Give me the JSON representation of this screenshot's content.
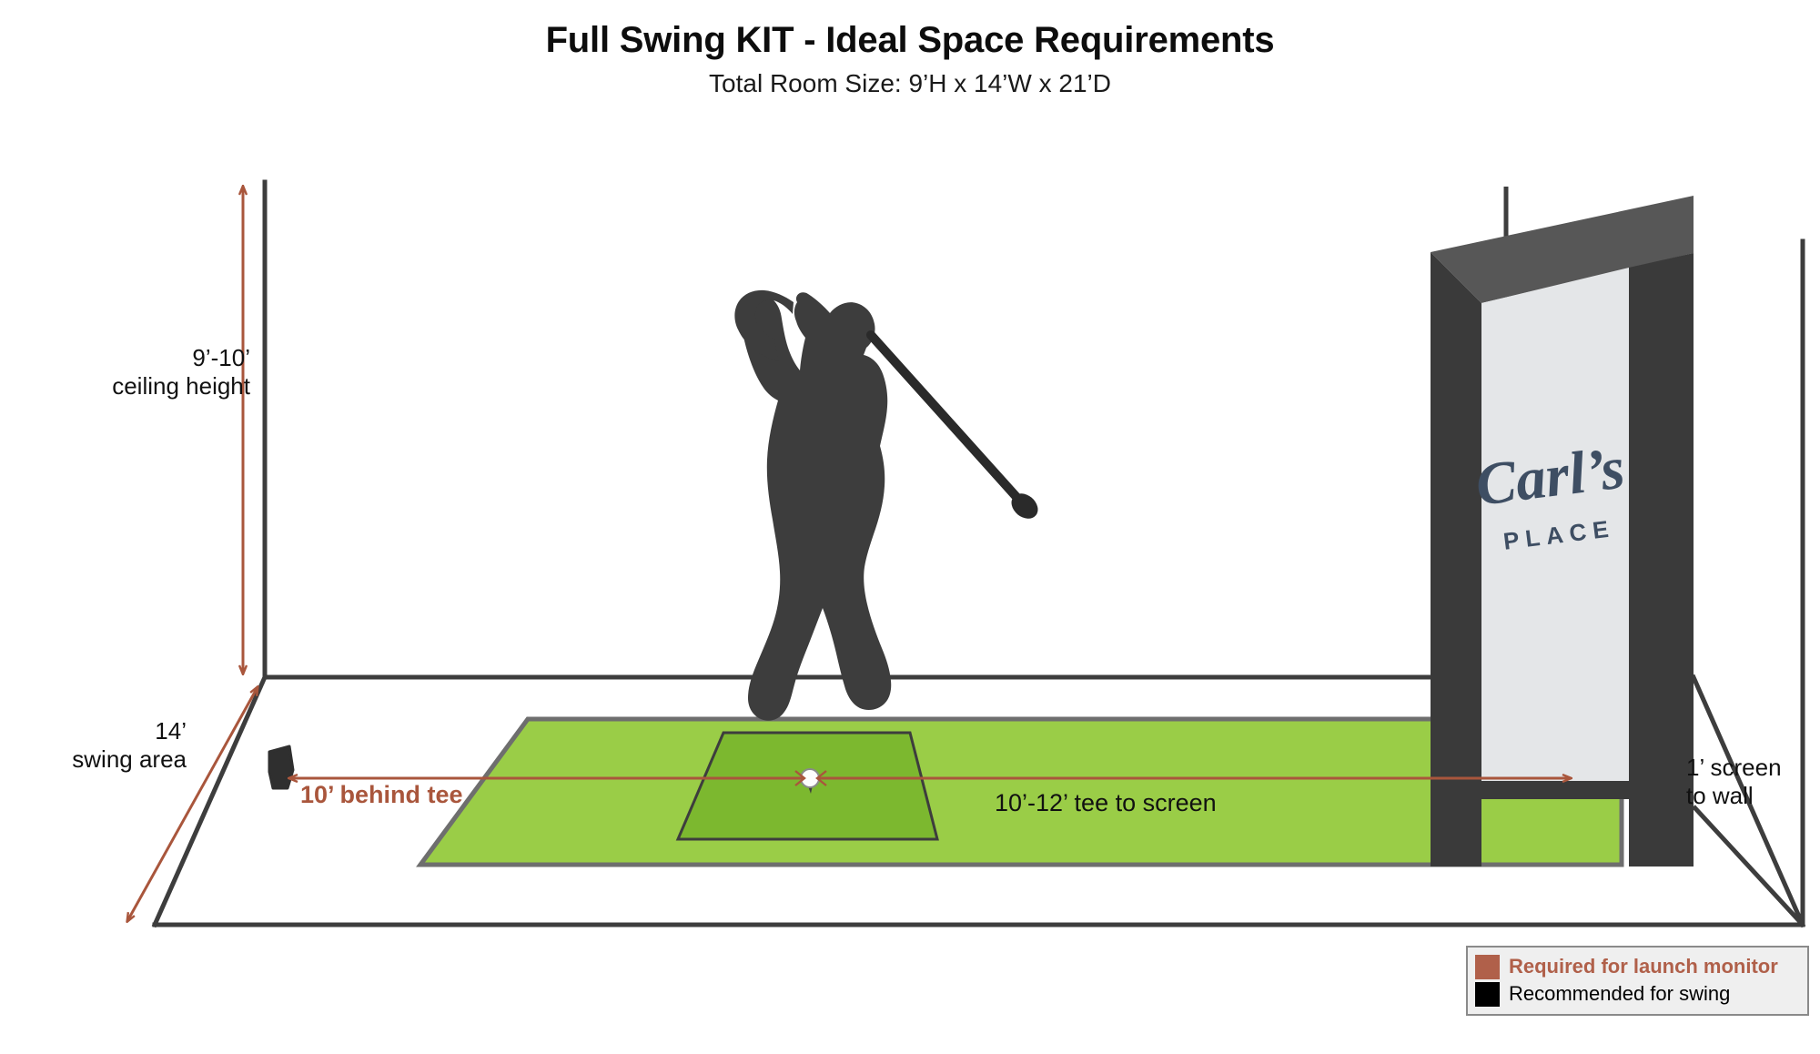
{
  "header": {
    "title": "Full Swing KIT - Ideal Space Requirements",
    "subtitle": "Total Room Size: 9’H x 14’W x 21’D"
  },
  "dimensions": {
    "ceiling_height": "9’-10’\nceiling height",
    "swing_area": "14’\nswing area",
    "behind_tee": "10’ behind tee",
    "tee_to_screen": "10’-12’ tee to screen",
    "screen_to_wall": "1’ screen\nto wall"
  },
  "screen": {
    "logo_script": "Carl’s",
    "logo_word": "PLACE"
  },
  "legend": {
    "items": [
      {
        "label": "Required for launch monitor",
        "color": "#B0604A",
        "style": "accent"
      },
      {
        "label": "Recommended for swing",
        "color": "#000000",
        "style": "plain"
      }
    ]
  },
  "colors": {
    "accent": "#A9563C",
    "legend_accent": "#B0604A",
    "turf_outer": "#9ACD47",
    "turf_inner": "#7CB82F",
    "room_line": "#3D3D3D",
    "screen_frame": "#3A3A3A",
    "screen_bevel": "#575757",
    "screen_surface": "#E4E6E8",
    "golfer": "#3D3D3D",
    "logo_navy": "#3E4E63"
  },
  "chart_data": {
    "type": "diagram",
    "title": "Full Swing KIT - Ideal Space Requirements",
    "subtitle": "Total Room Size: 9’H x 14’W x 21’D",
    "room": {
      "height_ft": "9",
      "width_ft": "14",
      "depth_ft": "21"
    },
    "measurements": [
      {
        "name": "ceiling height",
        "value": "9’-10’",
        "requirement": "recommended-for-swing"
      },
      {
        "name": "swing area width",
        "value": "14’",
        "requirement": "recommended-for-swing"
      },
      {
        "name": "behind tee",
        "value": "10’",
        "requirement": "required-for-launch-monitor"
      },
      {
        "name": "tee to screen",
        "value": "10’-12’",
        "requirement": "required-for-launch-monitor"
      },
      {
        "name": "screen to wall",
        "value": "1’",
        "requirement": "recommended-for-swing"
      }
    ]
  }
}
